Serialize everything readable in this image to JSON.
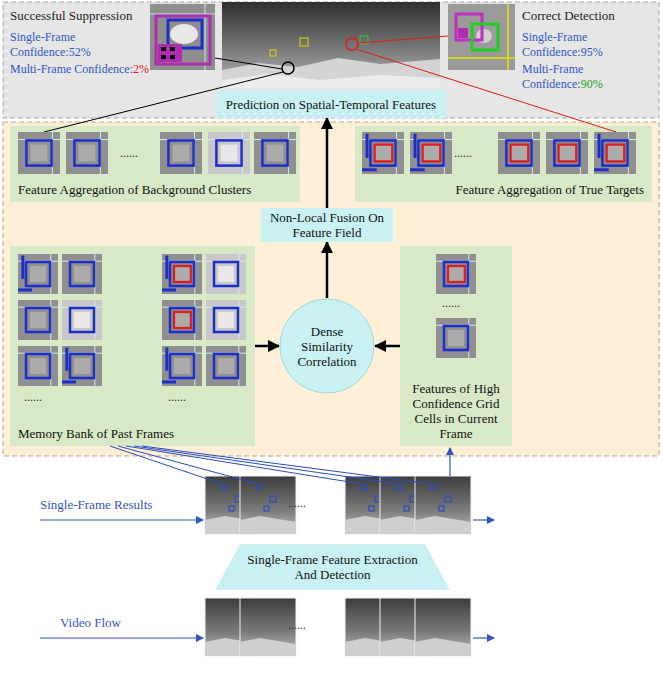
{
  "diagram": {
    "nodes": [
      {
        "text": [
          "Prediction on Spatial-Temporal Features"
        ]
      },
      {
        "text": [
          "Non-Local Fusion On Feature Field"
        ]
      },
      {
        "text": [
          "Feature Aggregation of Background Clusters"
        ]
      },
      {
        "text": [
          "Feature Aggregation of True Targets"
        ]
      },
      {
        "text": [
          "Memory Bank of Past Frames"
        ]
      },
      {
        "text": [
          "Dense Similarity Correlation"
        ]
      },
      {
        "text": [
          "Features of High Confidence Grid Cells in Current Frame"
        ]
      },
      {
        "text": [
          "Single-Frame Feature Extraction And Detection"
        ]
      }
    ],
    "edges": [
      {
        "from": 5,
        "to": 1,
        "arrow": "to"
      },
      {
        "from": 1,
        "to": 0,
        "arrow": "to"
      },
      {
        "from": 4,
        "to": 5,
        "arrow": "to"
      },
      {
        "from": 6,
        "to": 5,
        "arrow": "to"
      }
    ],
    "labels": [
      "Successful Suppression",
      "Single-Frame Confidence:52%",
      "Multi-Frame Confidence:",
      "2%",
      "Correct Detection",
      "Single-Frame Confidence:95%",
      "Multi-Frame Confidence:",
      "90%",
      "......",
      "......",
      "......",
      "......",
      "......",
      "Single-Frame Results",
      "......",
      "Video Flow",
      "......"
    ]
  }
}
